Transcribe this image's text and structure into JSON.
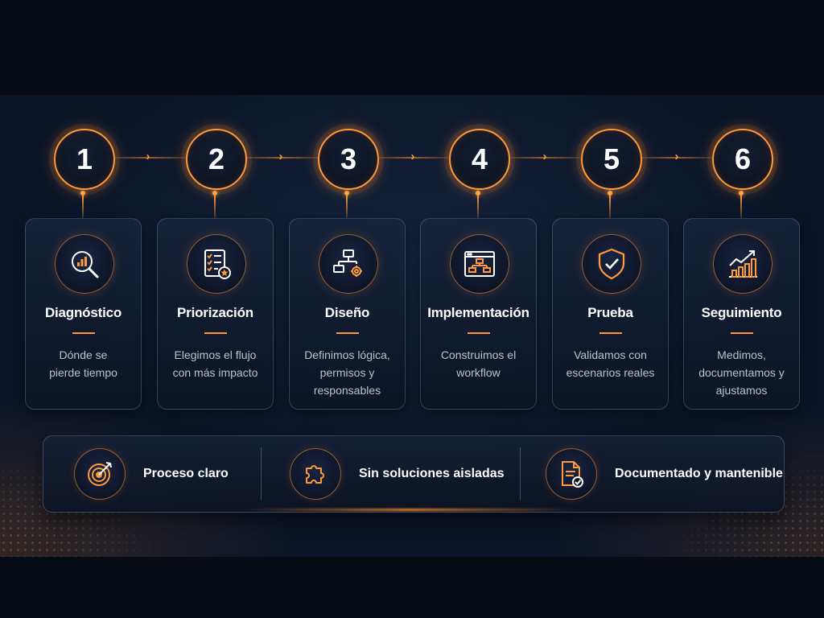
{
  "steps": [
    {
      "number": "1",
      "title": "Diagnóstico",
      "description_lines": [
        "Dónde se",
        "pierde tiempo"
      ],
      "icon": "magnifier-chart-icon"
    },
    {
      "number": "2",
      "title": "Priorización",
      "description_lines": [
        "Elegimos el flujo",
        "con más impacto"
      ],
      "icon": "checklist-star-icon"
    },
    {
      "number": "3",
      "title": "Diseño",
      "description_lines": [
        "Definimos lógica,",
        "permisos y",
        "responsables"
      ],
      "icon": "flow-gear-icon"
    },
    {
      "number": "4",
      "title": "Implementación",
      "description_lines": [
        "Construimos el",
        "workflow"
      ],
      "icon": "browser-workflow-icon"
    },
    {
      "number": "5",
      "title": "Prueba",
      "description_lines": [
        "Validamos con",
        "escenarios reales"
      ],
      "icon": "shield-check-icon"
    },
    {
      "number": "6",
      "title": "Seguimiento",
      "description_lines": [
        "Medimos,",
        "documentamos y",
        "ajustamos"
      ],
      "icon": "growth-chart-icon"
    }
  ],
  "features": [
    {
      "label": "Proceso claro",
      "icon": "target-icon"
    },
    {
      "label": "Sin soluciones aisladas",
      "icon": "puzzle-icon"
    },
    {
      "label": "Documentado y mantenible",
      "icon": "document-check-icon"
    }
  ],
  "colors": {
    "accent": "#ff9a3c",
    "background": "#0b1426",
    "text": "#ffffff",
    "muted_text": "#b9c2d3"
  }
}
